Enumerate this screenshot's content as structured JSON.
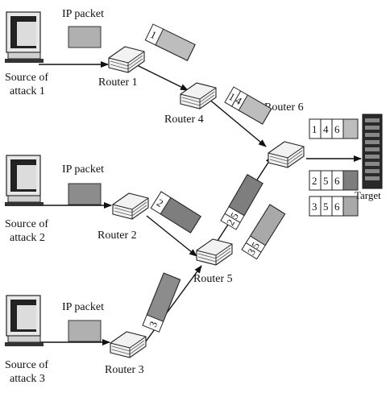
{
  "sources": [
    {
      "label_line1": "Source of",
      "label_line2": "attack 1",
      "packet_label": "IP packet"
    },
    {
      "label_line1": "Source of",
      "label_line2": "attack 2",
      "packet_label": "IP packet"
    },
    {
      "label_line1": "Source of",
      "label_line2": "attack 3",
      "packet_label": "IP packet"
    }
  ],
  "routers": {
    "r1": "Router 1",
    "r2": "Router 2",
    "r3": "Router 3",
    "r4": "Router 4",
    "r5": "Router 5",
    "r6": "Router 6"
  },
  "tilted_packets": {
    "p1": "1",
    "p14": "14",
    "p2": "2",
    "p25": "25",
    "p35": "35",
    "p3": "3"
  },
  "target_label": "Target",
  "stacked_packets": [
    {
      "cells": [
        "1",
        "4",
        "6"
      ]
    },
    {
      "cells": [
        "2",
        "5",
        "6"
      ]
    },
    {
      "cells": [
        "3",
        "5",
        "6"
      ]
    }
  ],
  "colors": {
    "packet_fill": "#a9a9a9",
    "packet_dark": "#6e6e6e",
    "line": "#111111"
  }
}
